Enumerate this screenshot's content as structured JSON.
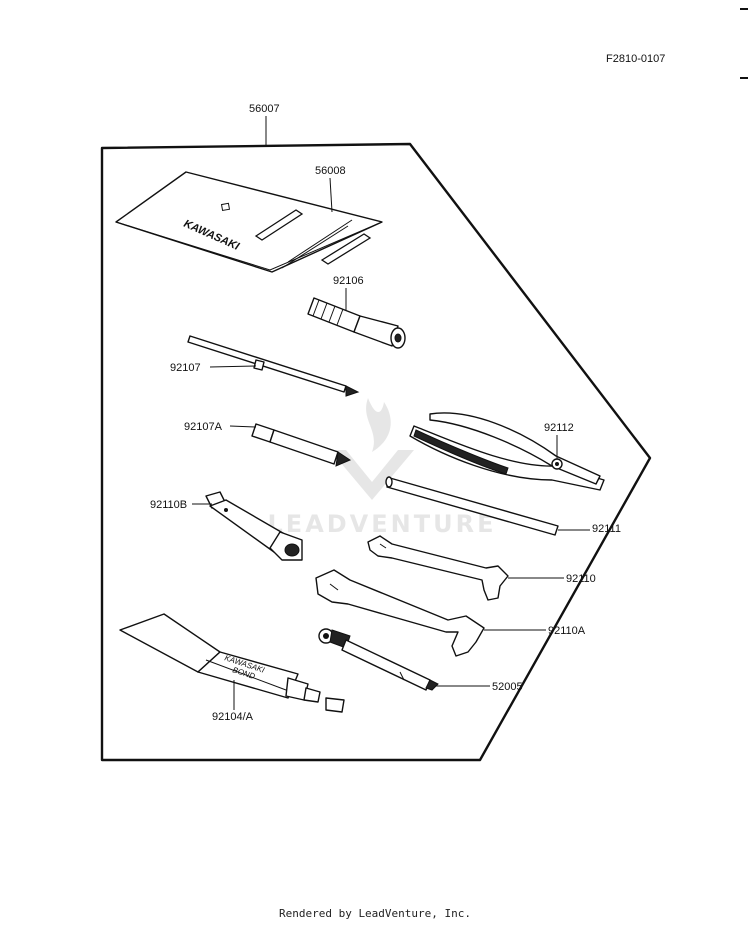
{
  "figure_code": "F2810-0107",
  "watermark_text": "LEADVENTURE",
  "footer_text": "Rendered by LeadVenture, Inc.",
  "pouch_logo_text": "KAWASAKI",
  "tube_text_line1": "KAWASAKI",
  "tube_text_line2": "BOND",
  "parts": {
    "p56007": "56007",
    "p56008": "56008",
    "p92106": "92106",
    "p92107": "92107",
    "p92107A": "92107A",
    "p92112": "92112",
    "p92110B": "92110B",
    "p92111": "92111",
    "p92110": "92110",
    "p92110A": "92110A",
    "p52005": "52005",
    "p92104A": "92104/A"
  }
}
